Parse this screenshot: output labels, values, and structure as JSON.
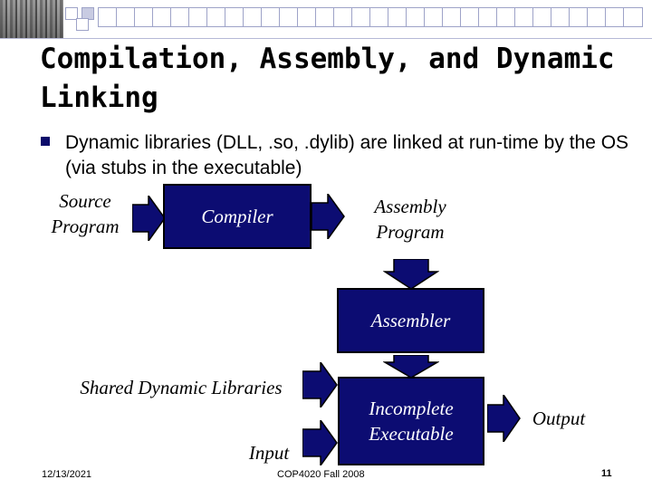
{
  "slide": {
    "title": "Compilation, Assembly, and Dynamic Linking",
    "bullet": "Dynamic libraries (DLL, .so, .dylib) are linked at run-time by the OS (via stubs in the executable)"
  },
  "diagram": {
    "source_program": "Source Program",
    "compiler": "Compiler",
    "assembly_program": "Assembly Program",
    "assembler": "Assembler",
    "shared_libraries": "Shared Dynamic Libraries",
    "input": "Input",
    "incomplete_executable": "Incomplete Executable",
    "output": "Output"
  },
  "footer": {
    "date": "12/13/2021",
    "course": "COP4020 Fall 2008",
    "page": "11"
  },
  "colors": {
    "box_fill": "#0c0c72",
    "bullet": "#0b0b6a"
  },
  "icons": [
    "header-photo",
    "square-bullet-icon",
    "arrow-right-icon",
    "arrow-down-icon"
  ]
}
